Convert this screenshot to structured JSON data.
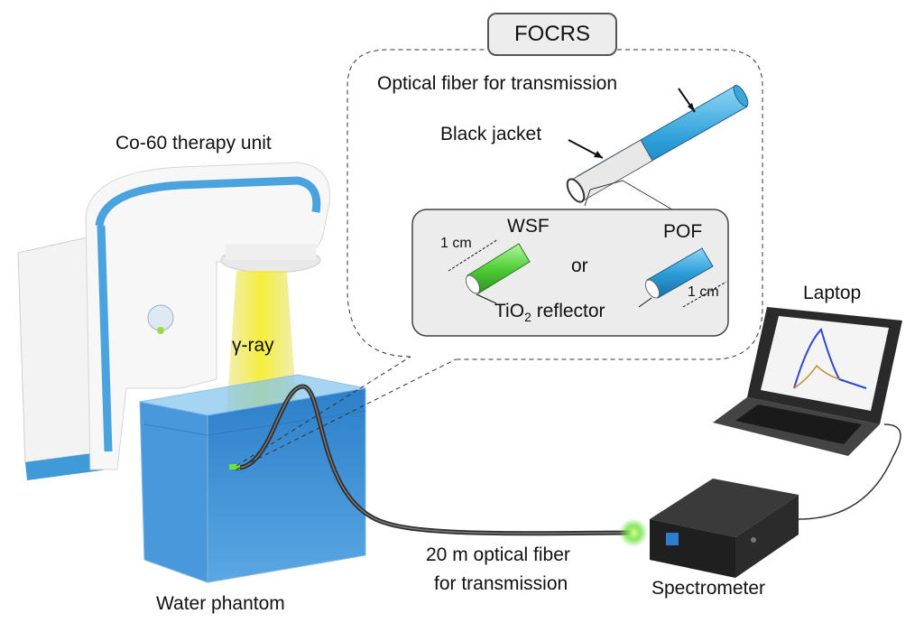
{
  "title": "FOCRS",
  "labels": {
    "co60": "Co-60 therapy unit",
    "gamma": "γ-ray",
    "water": "Water phantom",
    "fiber_line1": "20 m optical fiber",
    "fiber_line2": "for transmission",
    "spectrometer": "Spectrometer",
    "laptop": "Laptop",
    "optical_fiber": "Optical fiber for transmission",
    "black_jacket": "Black jacket",
    "wsf": "WSF",
    "pof": "POF",
    "or": "or",
    "cm_left": "1 cm",
    "cm_right": "1 cm",
    "tio2_prefix": "TiO",
    "tio2_sub": "2",
    "tio2_suffix": " reflector"
  },
  "colors": {
    "water": "#3a8fd6",
    "gamma_beam": "#f2e85a",
    "wsf_fiber": "#5fd64a",
    "pof_fiber": "#4fb3e6",
    "inset_bg": "#ececec"
  }
}
